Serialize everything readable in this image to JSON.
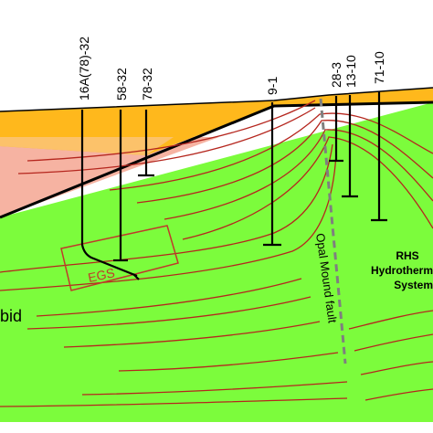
{
  "colors": {
    "granite": "#7CFC3C",
    "sediment_upper": "#FFB81C",
    "sediment_lower": "#F6B3A2",
    "contour": "#B5261E",
    "fault": "#7F7F7F",
    "well": "#000000",
    "background": "#FFFFFF"
  },
  "wells": [
    {
      "id": "w1",
      "label": "16A(78)-32"
    },
    {
      "id": "w2",
      "label": "58-32"
    },
    {
      "id": "w3",
      "label": "78-32"
    },
    {
      "id": "w4",
      "label": "9-1"
    },
    {
      "id": "w5",
      "label": "28-3"
    },
    {
      "id": "w6",
      "label": "13-10"
    },
    {
      "id": "w7",
      "label": "71-10"
    }
  ],
  "labels": {
    "egs": "EGS",
    "fault": "Opal Mound fault",
    "rhs_line1": "RHS",
    "rhs_line2": "Hydrotherm",
    "rhs_line3": "System",
    "left_fragment": "bid"
  }
}
